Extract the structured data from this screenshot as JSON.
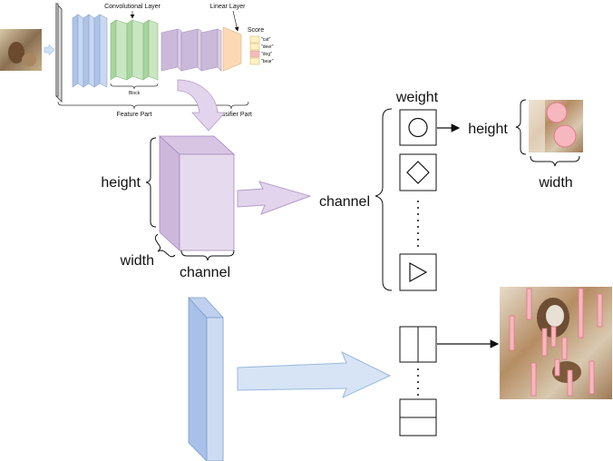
{
  "overview": {
    "convolutional_layer": "Convolutional Layer",
    "linear_layer": "Linear Layer",
    "score": "Score",
    "block": "Block",
    "feature_part": "Feature Part",
    "classifier_part": "Classifier Part",
    "score_labels": [
      "\"cat\"",
      "\"deer\"",
      "\"dog\"",
      "\"bear\""
    ],
    "score_colors": [
      "#fff3c4",
      "#fff3c4",
      "#f7b7bf",
      "#fff3c4"
    ]
  },
  "feature_map": {
    "height": "height",
    "width": "width",
    "channel": "channel"
  },
  "filters": {
    "weight": "weight",
    "channel": "channel",
    "output_height": "height",
    "output_width": "width",
    "shapes": [
      "circle",
      "diamond",
      "triangle"
    ]
  },
  "colors": {
    "conv_blue": "#c9d8f0",
    "conv_green": "#c9e6c3",
    "conv_purple": "#ddd0e6",
    "linear_orange": "#fcd9b4",
    "highlight_pink": "#f7b7bf",
    "arrow_purple": "#e2d4ec",
    "arrow_blue": "#d6e4f6"
  }
}
